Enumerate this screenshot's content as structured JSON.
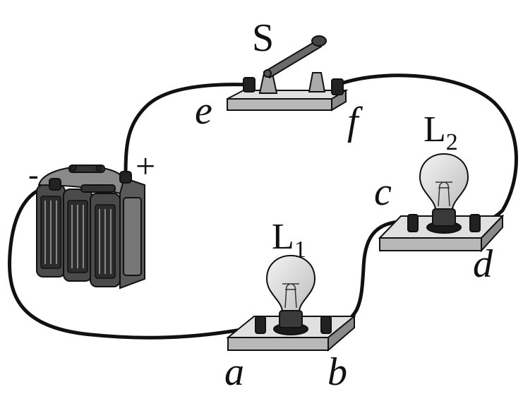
{
  "switch": {
    "label": "S"
  },
  "battery": {
    "negative_sign": "-",
    "positive_sign": "+"
  },
  "bulbs": [
    {
      "letter": "L",
      "subscript": "1"
    },
    {
      "letter": "L",
      "subscript": "2"
    }
  ],
  "terminals": {
    "a": "a",
    "b": "b",
    "c": "c",
    "d": "d",
    "e": "e",
    "f": "f"
  }
}
